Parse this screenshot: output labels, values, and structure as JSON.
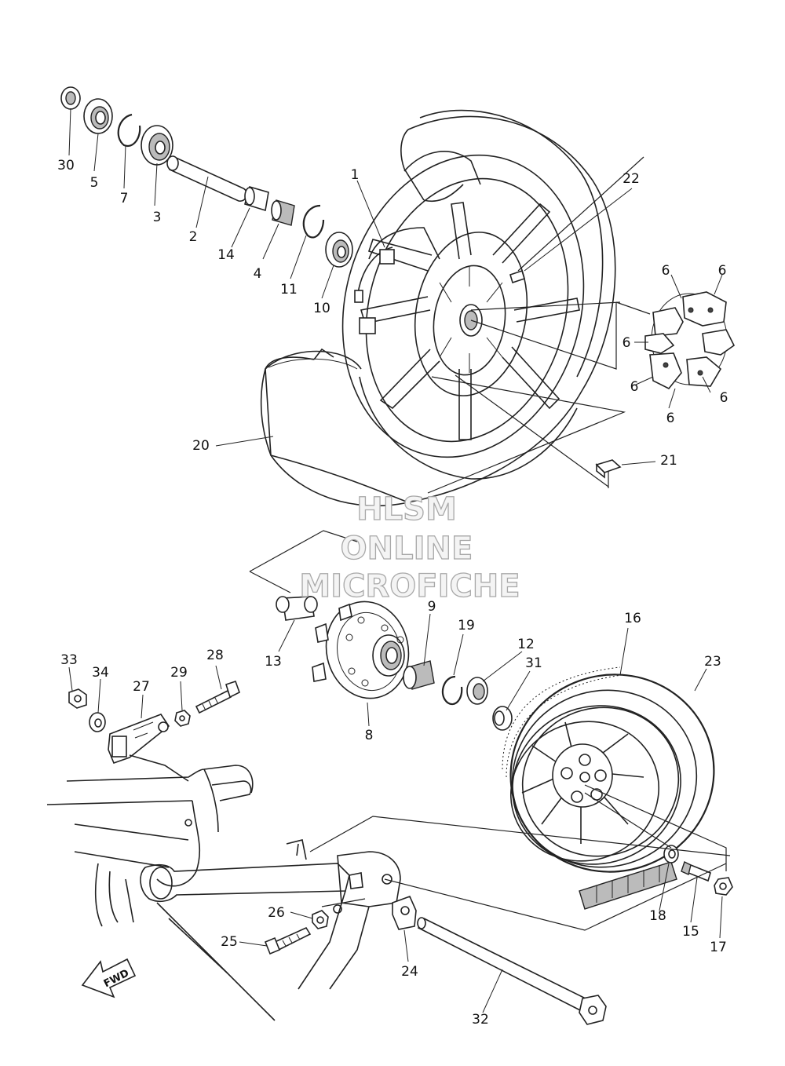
{
  "watermark": {
    "line1": "HLSM",
    "line2": "ONLINE",
    "line3": "MICROFICHE"
  },
  "direction_arrow": "FWD",
  "callouts": [
    {
      "id": "c1",
      "text": "1"
    },
    {
      "id": "c2",
      "text": "2"
    },
    {
      "id": "c3",
      "text": "3"
    },
    {
      "id": "c4",
      "text": "4"
    },
    {
      "id": "c5",
      "text": "5"
    },
    {
      "id": "c6a",
      "text": "6"
    },
    {
      "id": "c6b",
      "text": "6"
    },
    {
      "id": "c6c",
      "text": "6"
    },
    {
      "id": "c6d",
      "text": "6"
    },
    {
      "id": "c6e",
      "text": "6"
    },
    {
      "id": "c6f",
      "text": "6"
    },
    {
      "id": "c7",
      "text": "7"
    },
    {
      "id": "c8",
      "text": "8"
    },
    {
      "id": "c9",
      "text": "9"
    },
    {
      "id": "c10",
      "text": "10"
    },
    {
      "id": "c11",
      "text": "11"
    },
    {
      "id": "c12",
      "text": "12"
    },
    {
      "id": "c13",
      "text": "13"
    },
    {
      "id": "c14",
      "text": "14"
    },
    {
      "id": "c15",
      "text": "15"
    },
    {
      "id": "c16",
      "text": "16"
    },
    {
      "id": "c17",
      "text": "17"
    },
    {
      "id": "c18",
      "text": "18"
    },
    {
      "id": "c19",
      "text": "19"
    },
    {
      "id": "c20",
      "text": "20"
    },
    {
      "id": "c21",
      "text": "21"
    },
    {
      "id": "c22",
      "text": "22"
    },
    {
      "id": "c23",
      "text": "23"
    },
    {
      "id": "c24",
      "text": "24"
    },
    {
      "id": "c25",
      "text": "25"
    },
    {
      "id": "c26",
      "text": "26"
    },
    {
      "id": "c27",
      "text": "27"
    },
    {
      "id": "c28",
      "text": "28"
    },
    {
      "id": "c29",
      "text": "29"
    },
    {
      "id": "c30",
      "text": "30"
    },
    {
      "id": "c31",
      "text": "31"
    },
    {
      "id": "c32",
      "text": "32"
    },
    {
      "id": "c33",
      "text": "33"
    },
    {
      "id": "c34",
      "text": "34"
    }
  ]
}
